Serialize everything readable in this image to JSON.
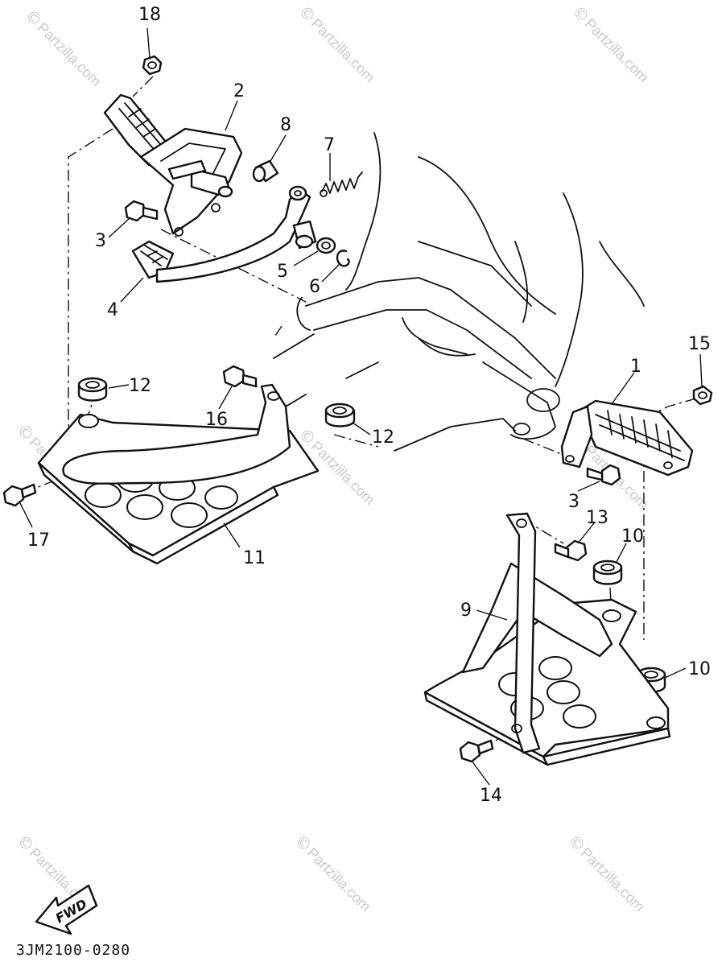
{
  "diagram_code": "3JM2100-0280",
  "direction_label": "FWD",
  "watermark_mark": "©",
  "watermark_text": "Partzilla.com",
  "callouts": {
    "p1": "1",
    "p2": "2",
    "p3a": "3",
    "p3b": "3",
    "p4": "4",
    "p5": "5",
    "p6": "6",
    "p7": "7",
    "p8": "8",
    "p9": "9",
    "p10a": "10",
    "p10b": "10",
    "p11": "11",
    "p12a": "12",
    "p12b": "12",
    "p13": "13",
    "p14": "14",
    "p15": "15",
    "p16": "16",
    "p17": "17",
    "p18": "18"
  }
}
